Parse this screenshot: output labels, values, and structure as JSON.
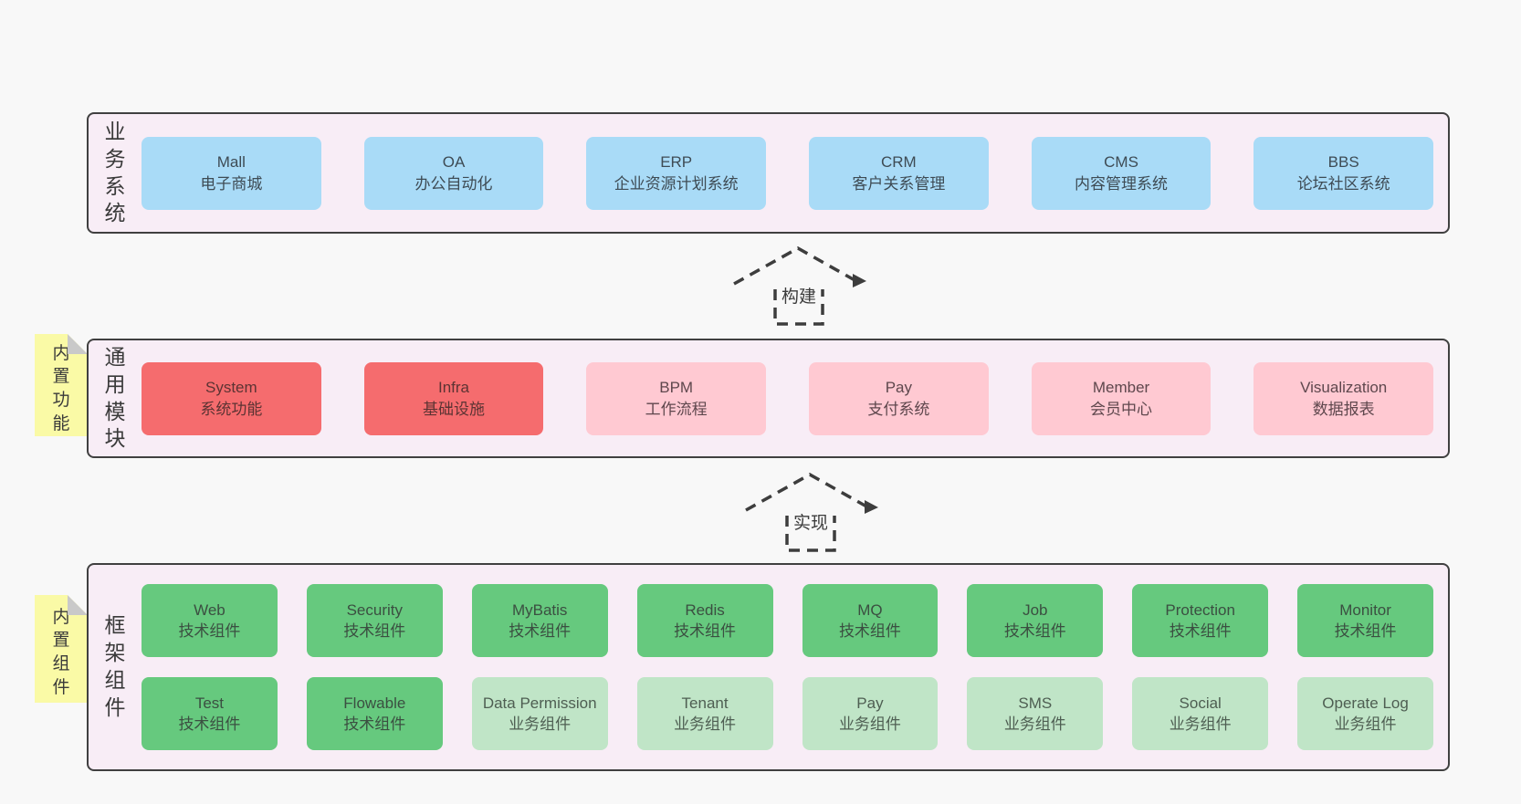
{
  "diagram": {
    "arrows": [
      {
        "label": "构建"
      },
      {
        "label": "实现"
      }
    ],
    "layers": [
      {
        "key": "business",
        "side_label": "业务系统",
        "tag": null,
        "rows": [
          [
            {
              "title": "Mall",
              "subtitle": "电子商城",
              "variant": "blue"
            },
            {
              "title": "OA",
              "subtitle": "办公自动化",
              "variant": "blue"
            },
            {
              "title": "ERP",
              "subtitle": "企业资源计划系统",
              "variant": "blue"
            },
            {
              "title": "CRM",
              "subtitle": "客户关系管理",
              "variant": "blue"
            },
            {
              "title": "CMS",
              "subtitle": "内容管理系统",
              "variant": "blue"
            },
            {
              "title": "BBS",
              "subtitle": "论坛社区系统",
              "variant": "blue"
            }
          ]
        ]
      },
      {
        "key": "modules",
        "side_label": "通用模块",
        "tag": "内置功能",
        "rows": [
          [
            {
              "title": "System",
              "subtitle": "系统功能",
              "variant": "red"
            },
            {
              "title": "Infra",
              "subtitle": "基础设施",
              "variant": "red"
            },
            {
              "title": "BPM",
              "subtitle": "工作流程",
              "variant": "pink"
            },
            {
              "title": "Pay",
              "subtitle": "支付系统",
              "variant": "pink"
            },
            {
              "title": "Member",
              "subtitle": "会员中心",
              "variant": "pink"
            },
            {
              "title": "Visualization",
              "subtitle": "数据报表",
              "variant": "pink"
            }
          ]
        ]
      },
      {
        "key": "framework",
        "side_label": "框架组件",
        "tag": "内置组件",
        "rows": [
          [
            {
              "title": "Web",
              "subtitle": "技术组件",
              "variant": "green"
            },
            {
              "title": "Security",
              "subtitle": "技术组件",
              "variant": "green"
            },
            {
              "title": "MyBatis",
              "subtitle": "技术组件",
              "variant": "green"
            },
            {
              "title": "Redis",
              "subtitle": "技术组件",
              "variant": "green"
            },
            {
              "title": "MQ",
              "subtitle": "技术组件",
              "variant": "green"
            },
            {
              "title": "Job",
              "subtitle": "技术组件",
              "variant": "green"
            },
            {
              "title": "Protection",
              "subtitle": "技术组件",
              "variant": "green"
            },
            {
              "title": "Monitor",
              "subtitle": "技术组件",
              "variant": "green"
            }
          ],
          [
            {
              "title": "Test",
              "subtitle": "技术组件",
              "variant": "green"
            },
            {
              "title": "Flowable",
              "subtitle": "技术组件",
              "variant": "green"
            },
            {
              "title": "Data Permission",
              "subtitle": "业务组件",
              "variant": "lgreen"
            },
            {
              "title": "Tenant",
              "subtitle": "业务组件",
              "variant": "lgreen"
            },
            {
              "title": "Pay",
              "subtitle": "业务组件",
              "variant": "lgreen"
            },
            {
              "title": "SMS",
              "subtitle": "业务组件",
              "variant": "lgreen"
            },
            {
              "title": "Social",
              "subtitle": "业务组件",
              "variant": "lgreen"
            },
            {
              "title": "Operate Log",
              "subtitle": "业务组件",
              "variant": "lgreen"
            }
          ]
        ]
      }
    ]
  },
  "colors": {
    "box_blue": "#a9dbf7",
    "box_red": "#f56c6e",
    "box_pink": "#ffc9d2",
    "box_green": "#66c97e",
    "box_light_green": "#c0e5c7",
    "container_bg": "#f8edf6",
    "container_border": "#404040",
    "tag_yellow": "#fafaa6",
    "page_bg": "#f8f8f8",
    "dash_stroke": "#3d3d3d"
  }
}
